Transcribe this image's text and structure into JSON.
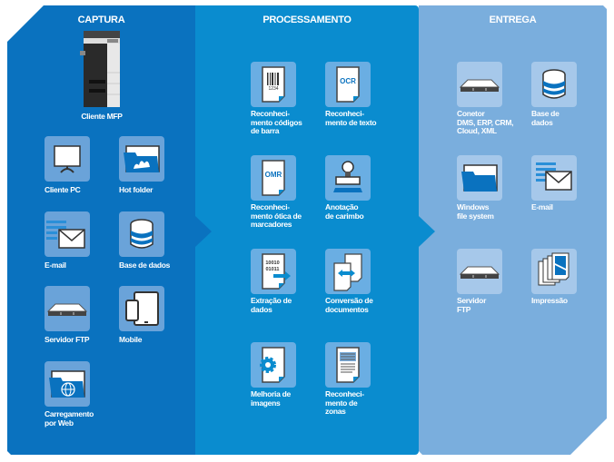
{
  "columns": {
    "capture": {
      "title": "CAPTURA",
      "mfp_label": "Cliente MFP",
      "items": [
        {
          "label": "Cliente PC",
          "icon": "monitor-icon"
        },
        {
          "label": "Hot folder",
          "icon": "hot-folder-icon"
        },
        {
          "label": "E-mail",
          "icon": "email-icon"
        },
        {
          "label": "Base de dados",
          "icon": "database-icon"
        },
        {
          "label": "Servidor FTP",
          "icon": "server-icon"
        },
        {
          "label": "Mobile",
          "icon": "mobile-icon"
        },
        {
          "label": "Carregamento\npor Web",
          "icon": "web-folder-icon"
        }
      ]
    },
    "processing": {
      "title": "PROCESSAMENTO",
      "items": [
        {
          "label": "Reconheci-\nmento códigos\nde barra",
          "icon": "barcode-icon",
          "glyph": "1234"
        },
        {
          "label": "Reconheci-\nmento de texto",
          "icon": "ocr-icon",
          "glyph": "OCR"
        },
        {
          "label": "Reconheci-\nmento ótica de\nmarcadores",
          "icon": "omr-icon",
          "glyph": "OMR"
        },
        {
          "label": "Anotação\nde carimbo",
          "icon": "stamp-icon"
        },
        {
          "label": "Extração de\ndados",
          "icon": "data-extraction-icon",
          "glyph1": "10010",
          "glyph2": "01011"
        },
        {
          "label": "Conversão de\ndocumentos",
          "icon": "document-conversion-icon"
        },
        {
          "label": "Melhoria de\nimagens",
          "icon": "image-enhancement-icon"
        },
        {
          "label": "Reconheci-\nmento de\nzonas",
          "icon": "zone-recognition-icon"
        }
      ]
    },
    "delivery": {
      "title": "ENTREGA",
      "items": [
        {
          "label": "Conetor\nDMS, ERP, CRM,\nCloud, XML",
          "icon": "connector-server-icon"
        },
        {
          "label": "Base de\ndados",
          "icon": "database-icon"
        },
        {
          "label": "Windows\nfile system",
          "icon": "folder-icon"
        },
        {
          "label": "E-mail",
          "icon": "email-icon"
        },
        {
          "label": "Servidor\nFTP",
          "icon": "server-icon"
        },
        {
          "label": "Impressão",
          "icon": "print-icon"
        }
      ]
    }
  },
  "colors": {
    "capture": "#0a72bf",
    "processing": "#0a8ccf",
    "delivery": "#7aaedd"
  }
}
